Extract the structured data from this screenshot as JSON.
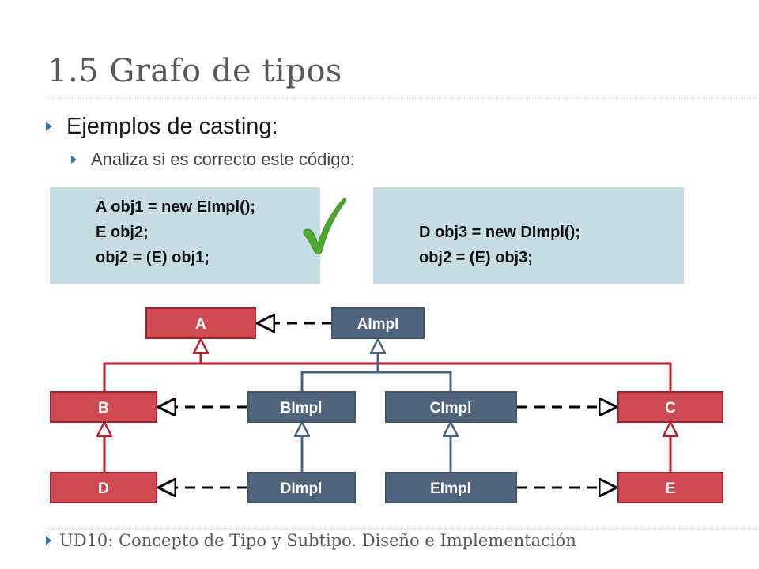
{
  "slide": {
    "title": "1.5 Grafo de tipos",
    "bullet_level1": "Ejemplos de casting:",
    "bullet_level2": "Analiza si es correcto este código:",
    "footer": "UD10: Concepto de Tipo y Subtipo. Diseño e Implementación"
  },
  "code_left": {
    "lines": [
      "A obj1 = new EImpl();",
      "E obj2;",
      "obj2 = (E) obj1;"
    ],
    "mark": "checkmark-icon"
  },
  "code_right": {
    "lines": [
      "D obj3 = new DImpl();",
      "obj2 = (E) obj3;"
    ]
  },
  "diagram": {
    "nodes": {
      "A": "A",
      "AImpl": "AImpl",
      "B": "B",
      "BImpl": "BImpl",
      "CImpl": "CImpl",
      "C": "C",
      "D": "D",
      "DImpl": "DImpl",
      "EImpl": "EImpl",
      "E": "E"
    },
    "interface_relations": [
      {
        "from": "B",
        "to": "A"
      },
      {
        "from": "C",
        "to": "A"
      },
      {
        "from": "D",
        "to": "B"
      },
      {
        "from": "E",
        "to": "C"
      }
    ],
    "class_relations": [
      {
        "from": "BImpl",
        "to": "AImpl"
      },
      {
        "from": "CImpl",
        "to": "AImpl"
      },
      {
        "from": "DImpl",
        "to": "BImpl"
      },
      {
        "from": "EImpl",
        "to": "CImpl"
      }
    ],
    "implements": [
      {
        "from": "AImpl",
        "to": "A"
      },
      {
        "from": "BImpl",
        "to": "B"
      },
      {
        "from": "CImpl",
        "to": "C"
      },
      {
        "from": "DImpl",
        "to": "D"
      },
      {
        "from": "EImpl",
        "to": "E"
      }
    ],
    "colors": {
      "interface_fill": "#cd4a52",
      "interface_border": "#a5252f",
      "interface_line": "#b8202c",
      "class_fill": "#50657c",
      "class_border": "#3f566e",
      "class_line": "#4a647e",
      "box_text": "#ffffff",
      "dashed_line": "#000000"
    }
  },
  "colors": {
    "code_background": "#c7dde3",
    "check_green": "#4ca832",
    "bullet_arrow": "#3a7aa8"
  }
}
